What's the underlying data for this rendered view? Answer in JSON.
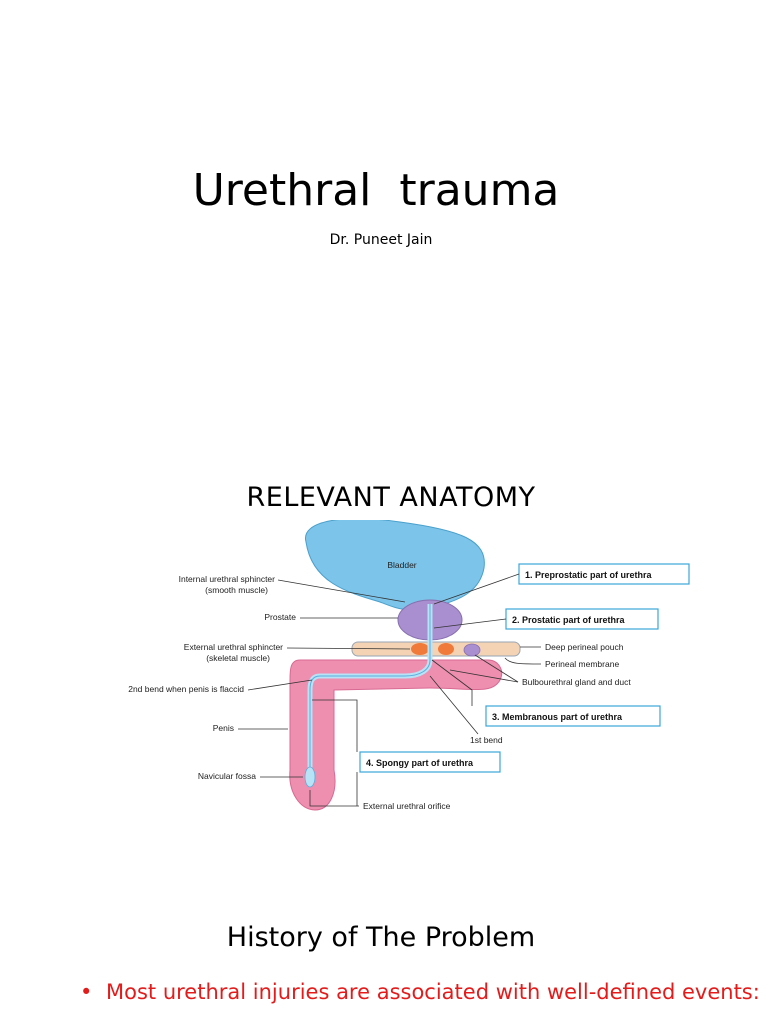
{
  "slide1": {
    "title": "Urethral  trauma",
    "author": "Dr. Puneet Jain"
  },
  "slide2": {
    "heading": "RELEVANT ANATOMY",
    "diagram": {
      "bladder": "Bladder",
      "left_labels": {
        "internal_sphincter_1": "Internal urethral sphincter",
        "internal_sphincter_2": "(smooth muscle)",
        "prostate": "Prostate",
        "external_sphincter_1": "External urethral sphincter",
        "external_sphincter_2": "(skeletal muscle)",
        "second_bend": "2nd bend when penis is flaccid",
        "penis": "Penis",
        "navicular_fossa": "Navicular fossa"
      },
      "right_labels": {
        "deep_perineal_pouch": "Deep perineal pouch",
        "perineal_membrane": "Perineal membrane",
        "bulbourethral": "Bulbourethral gland and duct",
        "first_bend": "1st bend",
        "external_orifice": "External urethral orifice"
      },
      "boxes": {
        "preprostatic": "1. Preprostatic part of urethra",
        "prostatic": "2. Prostatic part of urethra",
        "membranous": "3. Membranous part of urethra",
        "spongy": "4. Spongy part of urethra"
      },
      "colors": {
        "bladder": "#7cc4ea",
        "prostate": "#a98fcf",
        "penis": "#ef8fb0",
        "urethra": "#b8e2f6",
        "membrane": "#f3d3b3",
        "box_border": "#3aa6d8"
      }
    }
  },
  "slide3": {
    "heading": "History of The Problem",
    "bullet_symbol": "•",
    "bullet_text": "Most urethral injuries are associated with well-defined events:"
  }
}
